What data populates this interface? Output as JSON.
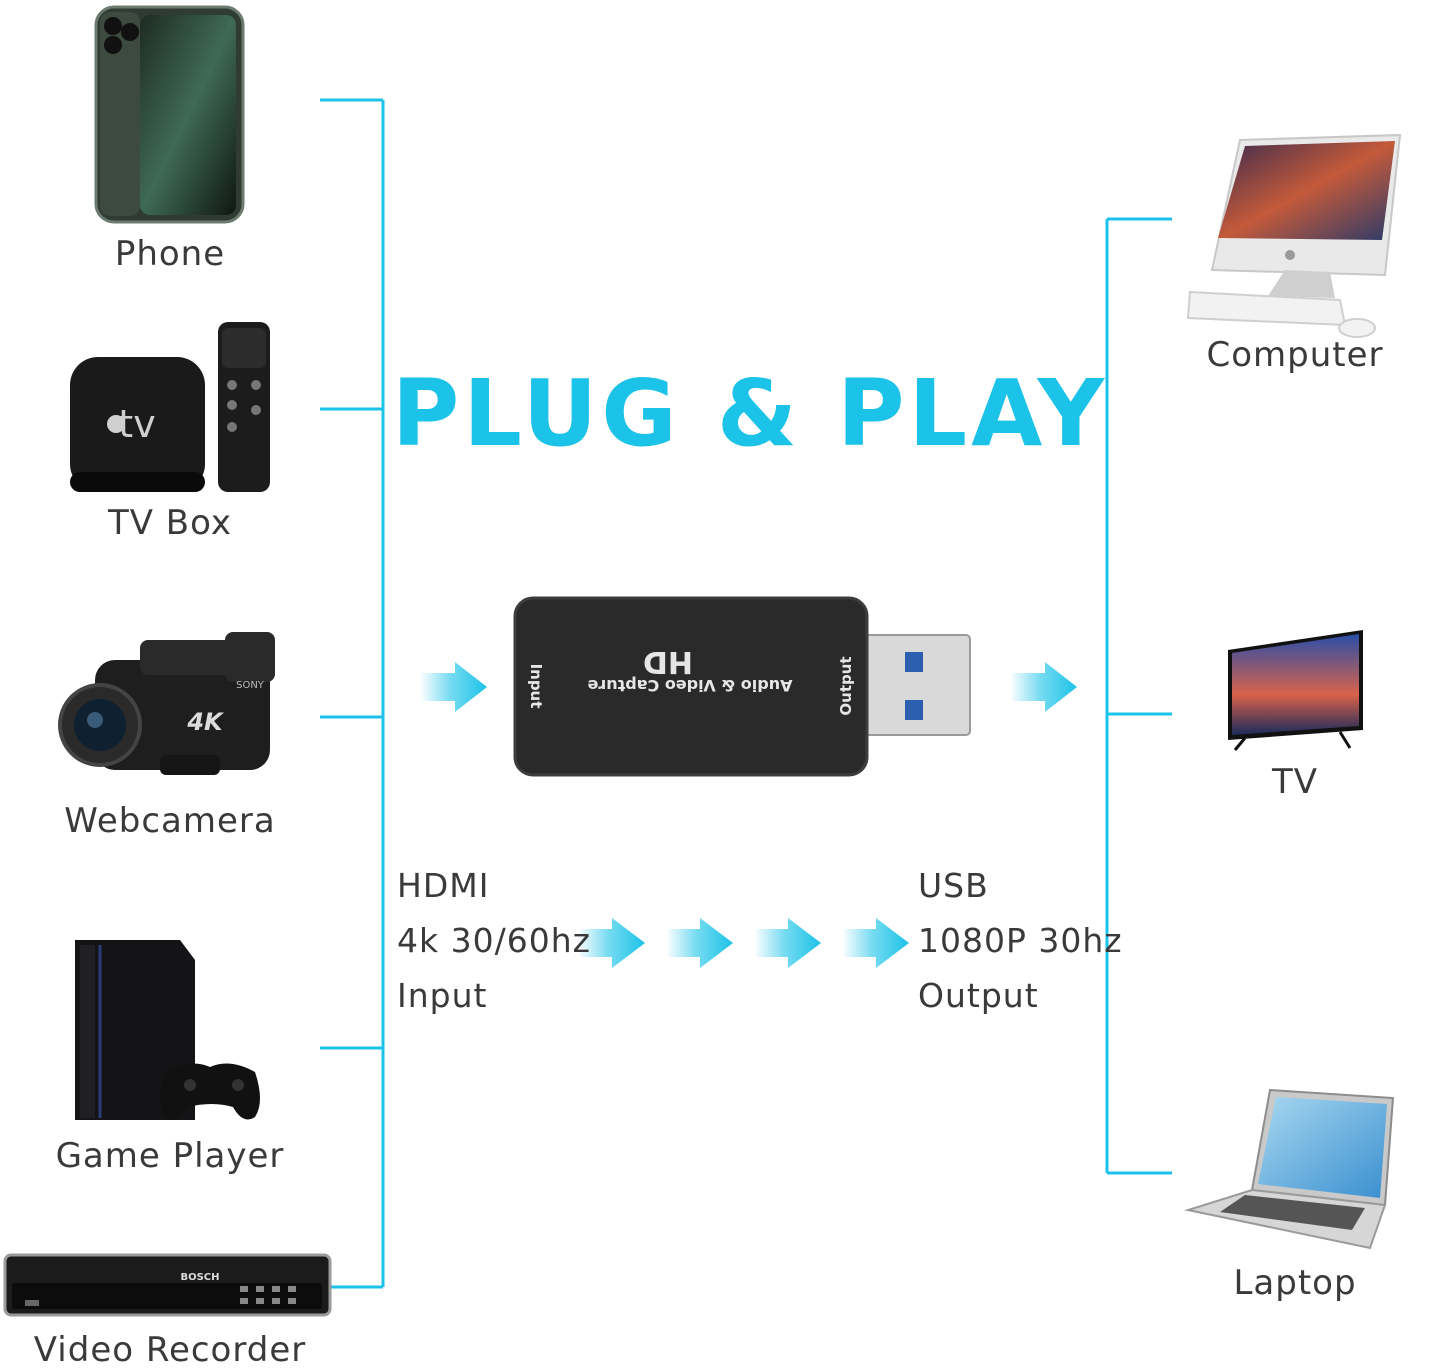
{
  "title": "PLUG & PLAY",
  "accent_color": "#1cc3e8",
  "inputs": [
    {
      "label": "Phone",
      "icon": "smartphone-icon"
    },
    {
      "label": "TV Box",
      "icon": "tv-box-icon"
    },
    {
      "label": "Webcamera",
      "icon": "camcorder-icon"
    },
    {
      "label": "Game Player",
      "icon": "game-console-icon"
    },
    {
      "label": "Video Recorder",
      "icon": "video-recorder-icon"
    }
  ],
  "outputs": [
    {
      "label": "Computer",
      "icon": "desktop-computer-icon"
    },
    {
      "label": "TV",
      "icon": "television-icon"
    },
    {
      "label": "Laptop",
      "icon": "laptop-icon"
    }
  ],
  "device": {
    "brand_logo": "HD",
    "name": "Audio & Video Capture",
    "input_port": "Input",
    "output_port": "Output"
  },
  "input_spec": {
    "line1": "HDMI",
    "line2": "4k 30/60hz",
    "line3": "Input"
  },
  "output_spec": {
    "line1": "USB",
    "line2": "1080P 30hz",
    "line3": "Output"
  },
  "tv_box_logo": "tv",
  "camcorder_text": "4K",
  "camcorder_brand": "SONY",
  "recorder_brand": "BOSCH"
}
